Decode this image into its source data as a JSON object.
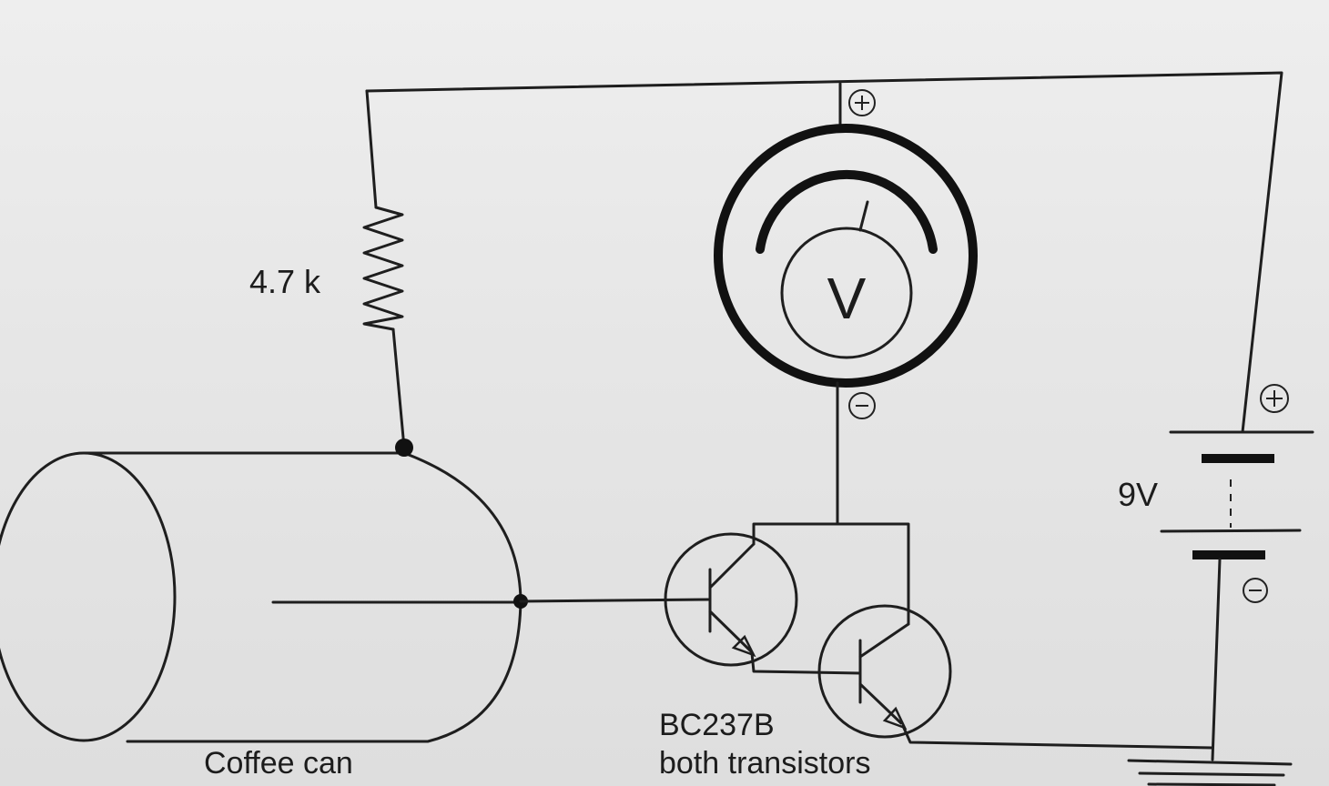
{
  "labels": {
    "resistor_value": "4.7 k",
    "meter_symbol": "V",
    "battery_voltage": "9V",
    "can_label": "Coffee can",
    "transistor_model": "BC237B",
    "transistor_note": "both transistors",
    "plus": "+",
    "minus": "−"
  },
  "icons": {
    "voltmeter": "voltmeter-icon",
    "resistor": "resistor-icon",
    "battery": "battery-icon",
    "transistor": "npn-transistor-icon",
    "ground": "ground-icon"
  },
  "colors": {
    "ink": "#1e1e1e",
    "paper": "#e9e9e9"
  }
}
